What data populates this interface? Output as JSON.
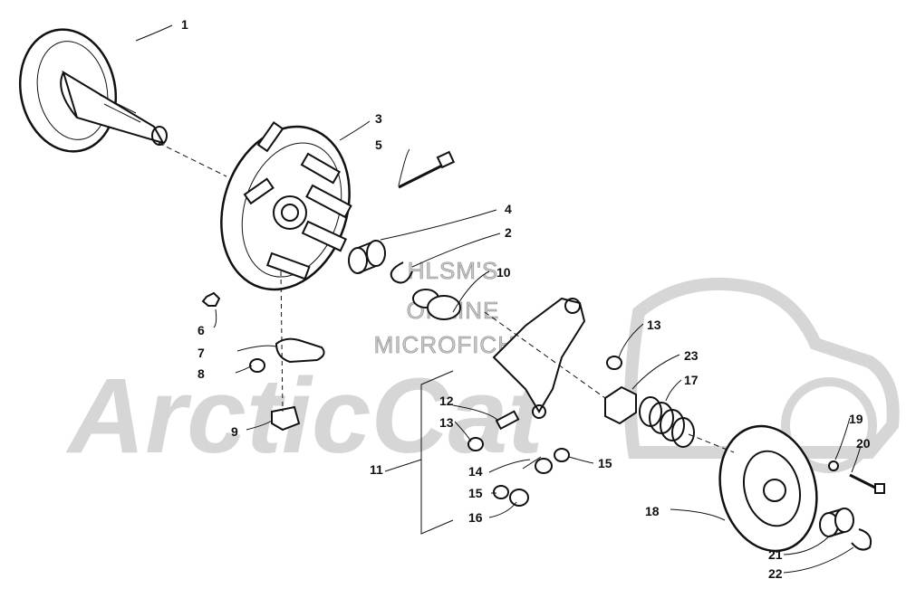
{
  "watermark": {
    "brand": "ArcticCat",
    "line1": "HLSM'S",
    "line2": "ONLINE",
    "line3": "MICROFICHE",
    "color": "#cfcfcf"
  },
  "ink_color": "#111111",
  "callouts": {
    "c1": "1",
    "c2": "2",
    "c3": "3",
    "c4": "4",
    "c5": "5",
    "c6": "6",
    "c7": "7",
    "c8": "8",
    "c9": "9",
    "c10": "10",
    "c11": "11",
    "c12": "12",
    "c13a": "13",
    "c13b": "13",
    "c14": "14",
    "c15a": "15",
    "c15b": "15",
    "c16": "16",
    "c17": "17",
    "c18": "18",
    "c19": "19",
    "c20": "20",
    "c21": "21",
    "c22": "22",
    "c23": "23"
  }
}
